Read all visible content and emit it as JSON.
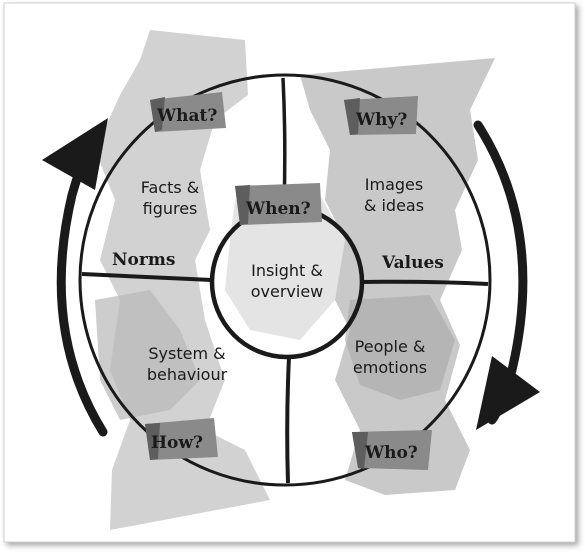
{
  "questions": {
    "what": "What?",
    "why": "Why?",
    "when": "When?",
    "how": "How?",
    "who": "Who?"
  },
  "side_labels": {
    "norms": "Norms",
    "values": "Values"
  },
  "center": {
    "line1": "Insight &",
    "line2": "overview"
  },
  "quadrants": {
    "top_left": [
      "Facts &",
      "figures"
    ],
    "top_right": [
      "Images",
      "& ideas"
    ],
    "bottom_left": [
      "System &",
      "behaviour"
    ],
    "bottom_right": [
      "People &",
      "emotions"
    ]
  },
  "colors": {
    "ink": "#1a1a1a",
    "paint_light": "#d6d6d6",
    "paint_mid": "#bdbdbd",
    "paint_dark": "#8f8f8f",
    "frame": "#c9c9c9"
  },
  "icons": [
    "arrow-cycle-left-icon",
    "arrow-cycle-right-icon"
  ]
}
